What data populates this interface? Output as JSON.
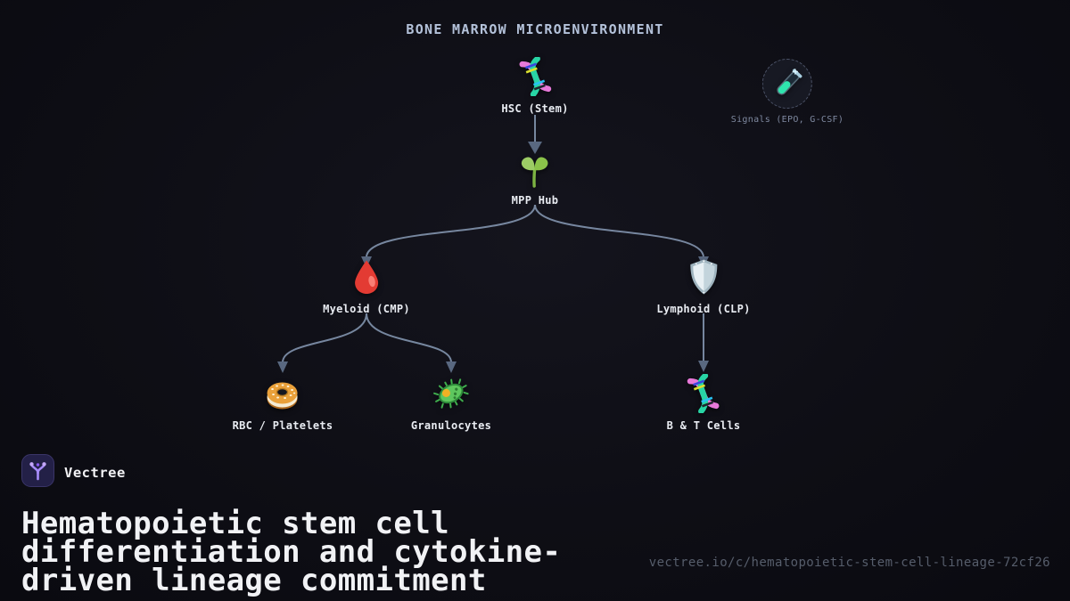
{
  "title": "BONE MARROW MICROENVIRONMENT",
  "diagram": {
    "nodes": [
      {
        "id": "hsc",
        "label": "HSC (Stem)",
        "icon": "dna-icon"
      },
      {
        "id": "mpp",
        "label": "MPP Hub",
        "icon": "seedling-icon"
      },
      {
        "id": "myeloid",
        "label": "Myeloid (CMP)",
        "icon": "blood-drop-icon"
      },
      {
        "id": "lymphoid",
        "label": "Lymphoid (CLP)",
        "icon": "shield-icon"
      },
      {
        "id": "rbc",
        "label": "RBC / Platelets",
        "icon": "bagel-icon"
      },
      {
        "id": "granulocytes",
        "label": "Granulocytes",
        "icon": "microbe-icon"
      },
      {
        "id": "bt",
        "label": "B & T Cells",
        "icon": "dna-icon"
      }
    ],
    "edges": [
      {
        "from": "hsc",
        "to": "mpp"
      },
      {
        "from": "mpp",
        "to": "myeloid"
      },
      {
        "from": "mpp",
        "to": "lymphoid"
      },
      {
        "from": "myeloid",
        "to": "rbc"
      },
      {
        "from": "myeloid",
        "to": "granulocytes"
      },
      {
        "from": "lymphoid",
        "to": "bt"
      }
    ],
    "signals_node": {
      "label": "Signals (EPO, G-CSF)",
      "icon": "test-tube-icon"
    }
  },
  "footer": {
    "brand": "Vectree",
    "heading_lines": [
      "Hematopoietic stem cell",
      "differentiation and cytokine-",
      "driven lineage commitment"
    ],
    "url": "vectree.io/c/hematopoietic-stem-cell-lineage-72cf26"
  },
  "colors": {
    "background": "#0e0e15",
    "edge_line": "#8294ae",
    "arrowhead": "#596880",
    "title_text": "#b4c2da",
    "node_label": "#e9ecf2",
    "muted_label": "#7f89a0",
    "heading_text": "#f1f2f5",
    "url_text": "#565d6b",
    "brand_accent": "#a78bfa"
  }
}
